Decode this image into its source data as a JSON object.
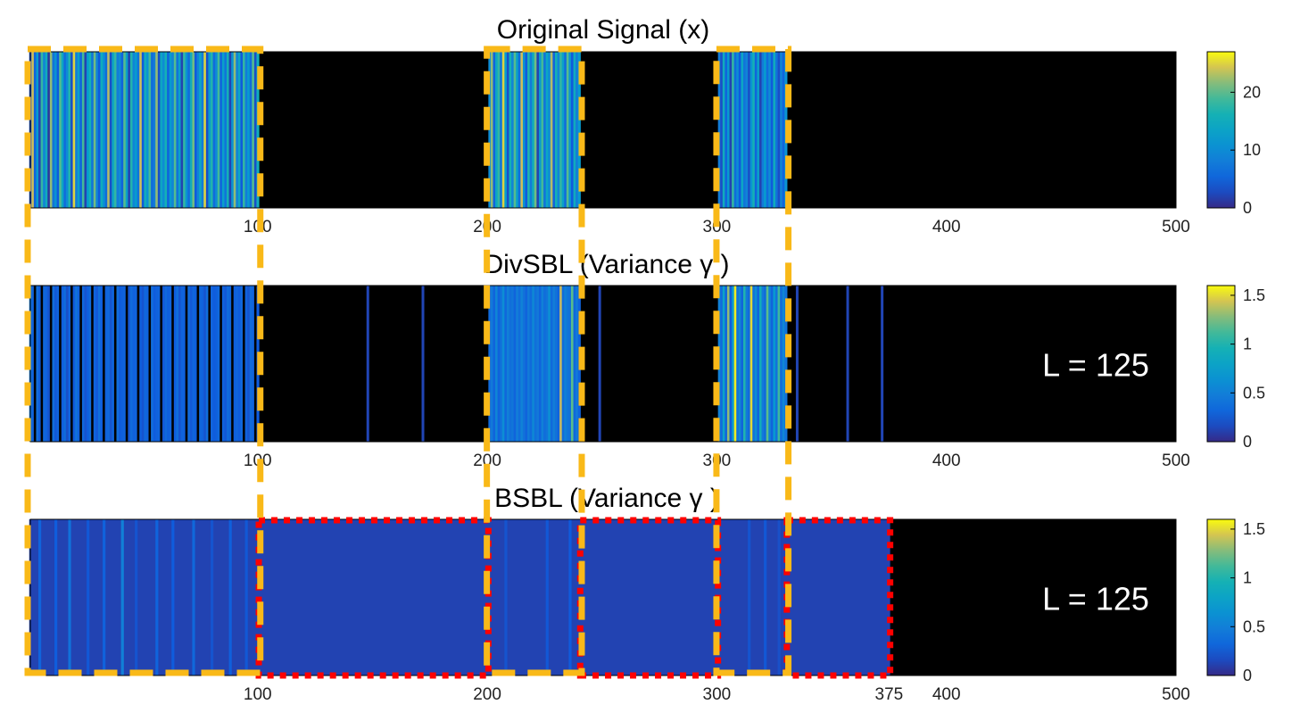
{
  "chart_data": [
    {
      "type": "heatmap",
      "title": "Original Signal (x)",
      "x_range": [
        1,
        500
      ],
      "x_ticks": [
        100,
        200,
        300,
        400,
        500
      ],
      "colorbar": {
        "range": [
          0,
          27
        ],
        "ticks": [
          "0",
          "10",
          "20"
        ]
      },
      "nonzero_blocks": [
        [
          1,
          100
        ],
        [
          201,
          240
        ],
        [
          301,
          330
        ]
      ],
      "approx_values_by_block": {
        "1-100": [
          3,
          24,
          5,
          12,
          2,
          18,
          9,
          15,
          1,
          22,
          7,
          11,
          4,
          20,
          14,
          6,
          10,
          17,
          3,
          25,
          8,
          13,
          5,
          19,
          2,
          12,
          16,
          7,
          21,
          9,
          4,
          15,
          11,
          6,
          23,
          3,
          14,
          18,
          8,
          10,
          5,
          20,
          13,
          2,
          17,
          9,
          12,
          7,
          24,
          4,
          15,
          11,
          19,
          6,
          8,
          22,
          3,
          14,
          10,
          16,
          5,
          12,
          9,
          20,
          7,
          13,
          2,
          18,
          11,
          6,
          15,
          21,
          4,
          9,
          14,
          8,
          25,
          3,
          12,
          17,
          6,
          10,
          19,
          5,
          13,
          7,
          16,
          2,
          11,
          22,
          9,
          14,
          4,
          18,
          8,
          12,
          6,
          20,
          3,
          15
        ],
        "201-240": [
          10,
          22,
          5,
          14,
          18,
          7,
          25,
          12,
          3,
          16,
          9,
          20,
          13,
          6,
          24,
          11,
          4,
          17,
          8,
          15,
          21,
          2,
          12,
          19,
          7,
          14,
          10,
          23,
          5,
          16,
          9,
          18,
          13,
          6,
          20,
          11,
          4,
          15,
          8,
          12
        ],
        "301-330": [
          8,
          3,
          15,
          5,
          12,
          2,
          18,
          6,
          10,
          4,
          14,
          7,
          9,
          3,
          11,
          16,
          5,
          13,
          2,
          8,
          12,
          6,
          10,
          4,
          15,
          7,
          3,
          9,
          5,
          11
        ]
      }
    },
    {
      "type": "heatmap",
      "title": "DivSBL (Variance γ )",
      "annotation": "L = 125",
      "x_range": [
        1,
        500
      ],
      "x_ticks": [
        100,
        200,
        300,
        400,
        500
      ],
      "colorbar": {
        "range": [
          0,
          1.6
        ],
        "ticks": [
          "0",
          "0.5",
          "1",
          "1.5"
        ]
      },
      "spurious_spikes": [
        148,
        172,
        249,
        335,
        357,
        372
      ],
      "approx_values_by_block": {
        "1-100": [
          0.45,
          0.3,
          0,
          0.38,
          0.25,
          0,
          0.33,
          0.28,
          0.2,
          0,
          0.36,
          0.22,
          0.3,
          0,
          0.27,
          0.35,
          0.18,
          0.3,
          0,
          0.24,
          0.4,
          0.28,
          0,
          0.32,
          0.2,
          0.26,
          0.34,
          0,
          0.3,
          0.22,
          0.38,
          0.25,
          0,
          0.28,
          0.33,
          0.2,
          0.3,
          0,
          0.36,
          0.24,
          0.27,
          0.3,
          0,
          0.22,
          0.35,
          0.28,
          0.3,
          0,
          0.26,
          0.2,
          0.32,
          0.29,
          0,
          0.36,
          0.24,
          0.28,
          0.3,
          0,
          0.22,
          0.33,
          0.27,
          0.3,
          0,
          0.25,
          0.36,
          0.2,
          0.3,
          0.28,
          0,
          0.34,
          0.22,
          0.3,
          0.26,
          0,
          0.32,
          0.28,
          0.2,
          0.36,
          0,
          0.3,
          0.24,
          0.27,
          0.33,
          0,
          0.28,
          0.22,
          0.35,
          0.3,
          0,
          0.26,
          0.3,
          0.24,
          0.32,
          0,
          0.28,
          0.2,
          0.34,
          0.3,
          0,
          0.25
        ],
        "201-240": [
          0.35,
          0.45,
          0.3,
          0.55,
          0.28,
          0.4,
          0.6,
          0.32,
          0.5,
          0.38,
          0.42,
          0.3,
          0.48,
          0.36,
          0.52,
          0.4,
          0.3,
          0.46,
          0.34,
          0.56,
          0.38,
          0.44,
          0.3,
          0.5,
          0.36,
          0.42,
          0.62,
          0.34,
          0.48,
          0.4,
          0.3,
          1.4,
          0.36,
          0.5,
          0.42,
          0.38,
          1.2,
          0.32,
          0.46,
          0.3
        ],
        "301-330": [
          0.5,
          0.35,
          0.8,
          0.3,
          1.3,
          0.25,
          0.7,
          1.55,
          0.4,
          0.55,
          0.3,
          1.0,
          0.45,
          0.35,
          1.5,
          0.4,
          0.6,
          0.3,
          0.9,
          0.45,
          0.35,
          1.2,
          0.5,
          0.3,
          0.7,
          0.4,
          1.1,
          0.35,
          0.55,
          0.4
        ]
      }
    },
    {
      "type": "heatmap",
      "title": "BSBL (Variance γ )",
      "annotation": "L = 125",
      "x_range": [
        1,
        500
      ],
      "x_ticks": [
        100,
        200,
        300,
        "375",
        400,
        500
      ],
      "colorbar": {
        "range": [
          0,
          1.6
        ],
        "ticks": [
          "0",
          "0.5",
          "1",
          "1.5"
        ]
      },
      "nonzero_range": [
        1,
        375
      ],
      "background_value": 0.12,
      "bright_columns": [
        {
          "x": 5,
          "v": 0.3
        },
        {
          "x": 12,
          "v": 0.25
        },
        {
          "x": 18,
          "v": 0.4
        },
        {
          "x": 26,
          "v": 0.22
        },
        {
          "x": 33,
          "v": 0.28
        },
        {
          "x": 41,
          "v": 0.5
        },
        {
          "x": 47,
          "v": 0.2
        },
        {
          "x": 56,
          "v": 0.3
        },
        {
          "x": 63,
          "v": 0.24
        },
        {
          "x": 72,
          "v": 0.33
        },
        {
          "x": 80,
          "v": 0.2
        },
        {
          "x": 88,
          "v": 0.27
        },
        {
          "x": 95,
          "v": 0.22
        },
        {
          "x": 208,
          "v": 0.2
        },
        {
          "x": 226,
          "v": 0.22
        },
        {
          "x": 236,
          "v": 0.24
        },
        {
          "x": 314,
          "v": 0.2
        },
        {
          "x": 321,
          "v": 0.22
        },
        {
          "x": 327,
          "v": 0.18
        }
      ]
    }
  ]
}
